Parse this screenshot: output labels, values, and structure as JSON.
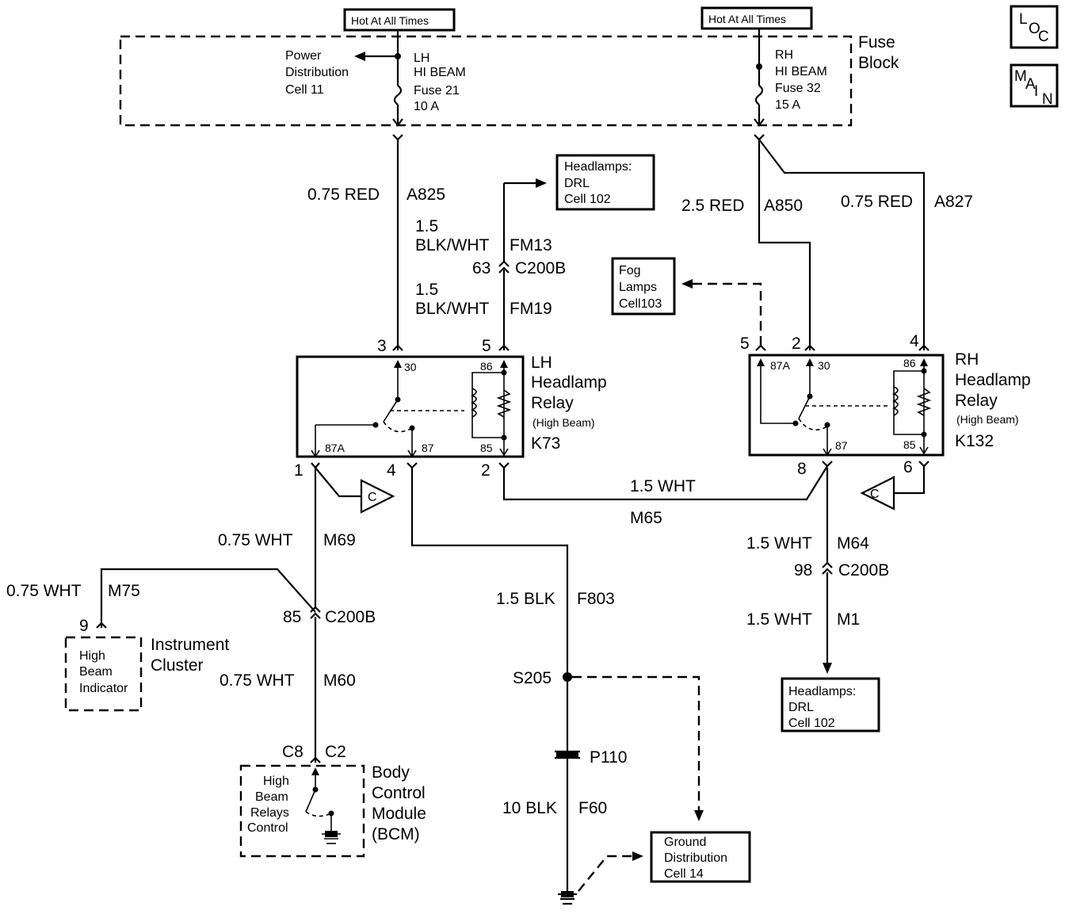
{
  "hot_labels": [
    "Hot At All Times",
    "Hot At All Times"
  ],
  "fuse_block": {
    "title_line1": "Fuse",
    "title_line2": "Block"
  },
  "power_dist": [
    "Power",
    "Distribution",
    "Cell 11"
  ],
  "lh_fuse": [
    "LH",
    "HI BEAM",
    "Fuse 21",
    "10 A"
  ],
  "rh_fuse": [
    "RH",
    "HI BEAM",
    "Fuse 32",
    "15 A"
  ],
  "nav": {
    "loc": [
      "L",
      "O",
      "C"
    ],
    "main": [
      "M",
      "A",
      "I",
      "N"
    ]
  },
  "wires": {
    "a825": {
      "gauge": "0.75 RED",
      "circuit": "A825"
    },
    "fm13": {
      "gauge1": "1.5",
      "gauge2": "BLK/WHT",
      "circuit": "FM13"
    },
    "fm19": {
      "gauge1": "1.5",
      "gauge2": "BLK/WHT",
      "circuit": "FM19"
    },
    "a850": {
      "gauge": "2.5 RED",
      "circuit": "A850"
    },
    "a827": {
      "gauge": "0.75 RED",
      "circuit": "A827"
    },
    "m65_gauge": "1.5 WHT",
    "m65_circuit": "M65",
    "m69": {
      "gauge": "0.75 WHT",
      "circuit": "M69"
    },
    "m75": {
      "gauge": "0.75 WHT",
      "circuit": "M75"
    },
    "m60": {
      "gauge": "0.75 WHT",
      "circuit": "M60"
    },
    "f803": {
      "gauge": "1.5 BLK",
      "circuit": "F803"
    },
    "f60": {
      "gauge": "10 BLK",
      "circuit": "F60"
    },
    "m64": {
      "gauge": "1.5 WHT",
      "circuit": "M64"
    },
    "m1": {
      "gauge": "1.5 WHT",
      "circuit": "M1"
    }
  },
  "connectors": {
    "c200b_63": {
      "pin": "63",
      "name": "C200B"
    },
    "c200b_85": {
      "pin": "85",
      "name": "C200B"
    },
    "c200b_98": {
      "pin": "98",
      "name": "C200B"
    },
    "bcm": {
      "pin1": "C8",
      "pin2": "C2"
    },
    "s205": "S205",
    "p110": "P110"
  },
  "lh_relay": {
    "name": [
      "LH",
      "Headlamp",
      "Relay"
    ],
    "sub": "(High Beam)",
    "id": "K73",
    "pins_outer": {
      "p3": "3",
      "p5": "5",
      "p1": "1",
      "p4": "4",
      "p2": "2"
    },
    "pins_inner": {
      "t30": "30",
      "t86": "86",
      "t87a": "87A",
      "t87": "87",
      "t85": "85"
    }
  },
  "rh_relay": {
    "name": [
      "RH",
      "Headlamp",
      "Relay"
    ],
    "sub": "(High Beam)",
    "id": "K132",
    "pins_outer": {
      "p5": "5",
      "p2": "2",
      "p4": "4",
      "p8": "8",
      "p6": "6"
    },
    "pins_inner": {
      "t87a": "87A",
      "t30": "30",
      "t86": "86",
      "t87": "87",
      "t85": "85"
    }
  },
  "refs": {
    "drl_top": [
      "Headlamps:",
      "DRL",
      "Cell 102"
    ],
    "fog": [
      "Fog",
      "Lamps",
      "Cell103"
    ],
    "drl_bottom": [
      "Headlamps:",
      "DRL",
      "Cell 102"
    ],
    "ground": [
      "Ground",
      "Distribution",
      "Cell 14"
    ]
  },
  "cluster": {
    "pin": "9",
    "inner": [
      "High",
      "Beam",
      "Indicator"
    ],
    "title": [
      "Instrument",
      "Cluster"
    ]
  },
  "bcm": {
    "inner": [
      "High",
      "Beam",
      "Relays",
      "Control"
    ],
    "title": [
      "Body",
      "Control",
      "Module",
      "(BCM)"
    ]
  },
  "c_flag": "C"
}
